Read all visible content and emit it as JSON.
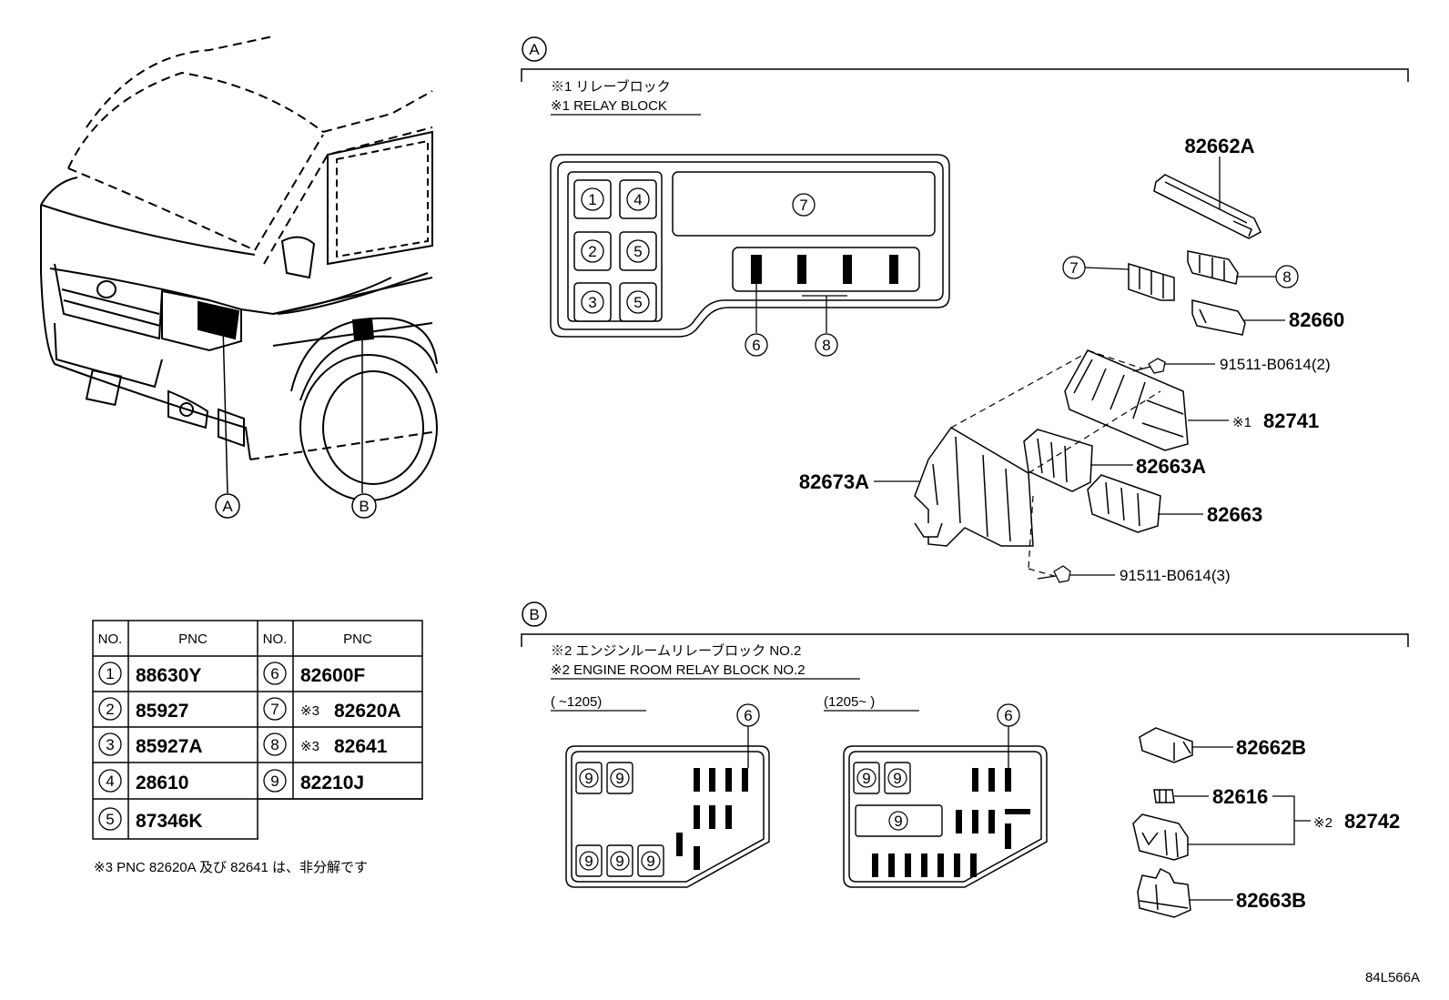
{
  "section_a": {
    "label": "A",
    "title_jp": "※1 リレーブロック",
    "title_en": "※1 RELAY BLOCK"
  },
  "section_b": {
    "label": "B",
    "title_jp": "※2 エンジンルームリレーブロック NO.2",
    "title_en": "※2 ENGINE ROOM RELAY BLOCK NO.2",
    "variant_left": "(     ~1205)",
    "variant_right": "(1205~      )"
  },
  "vehicle_callouts": [
    "A",
    "B"
  ],
  "relay_block_a": {
    "cells": [
      "1",
      "4",
      "2",
      "5",
      "3",
      "5",
      "7"
    ],
    "callouts": [
      "6",
      "8"
    ]
  },
  "parts": {
    "p82662A": "82662A",
    "p7": "7",
    "p8": "8",
    "p82660": "82660",
    "p91511_2": "91511-B0614(2)",
    "p82741_prefix": "※1",
    "p82741": "82741",
    "p82663A": "82663A",
    "p82673A": "82673A",
    "p82663": "82663",
    "p91511_3": "91511-B0614(3)",
    "p82662B": "82662B",
    "p82616": "82616",
    "p82742_prefix": "※2",
    "p82742": "82742",
    "p82663B": "82663B"
  },
  "relay_block_b": {
    "left_cells": [
      "9",
      "9",
      "9",
      "9",
      "9"
    ],
    "right_cells": [
      "9",
      "9",
      "9"
    ],
    "callout": "6"
  },
  "pnc_table": {
    "headers": [
      "NO.",
      "PNC",
      "NO.",
      "PNC"
    ],
    "rows": [
      {
        "no1": "1",
        "pnc1": "88630Y",
        "no2": "6",
        "pnc2": "82600F",
        "mark2": ""
      },
      {
        "no1": "2",
        "pnc1": "85927",
        "no2": "7",
        "pnc2": "82620A",
        "mark2": "※3"
      },
      {
        "no1": "3",
        "pnc1": "85927A",
        "no2": "8",
        "pnc2": "82641",
        "mark2": "※3"
      },
      {
        "no1": "4",
        "pnc1": "28610",
        "no2": "9",
        "pnc2": "82210J",
        "mark2": ""
      },
      {
        "no1": "5",
        "pnc1": "87346K",
        "no2": "",
        "pnc2": "",
        "mark2": ""
      }
    ]
  },
  "note": "※3 PNC 82620A 及び 82641 は、非分解です",
  "diagram_code": "84L566A"
}
